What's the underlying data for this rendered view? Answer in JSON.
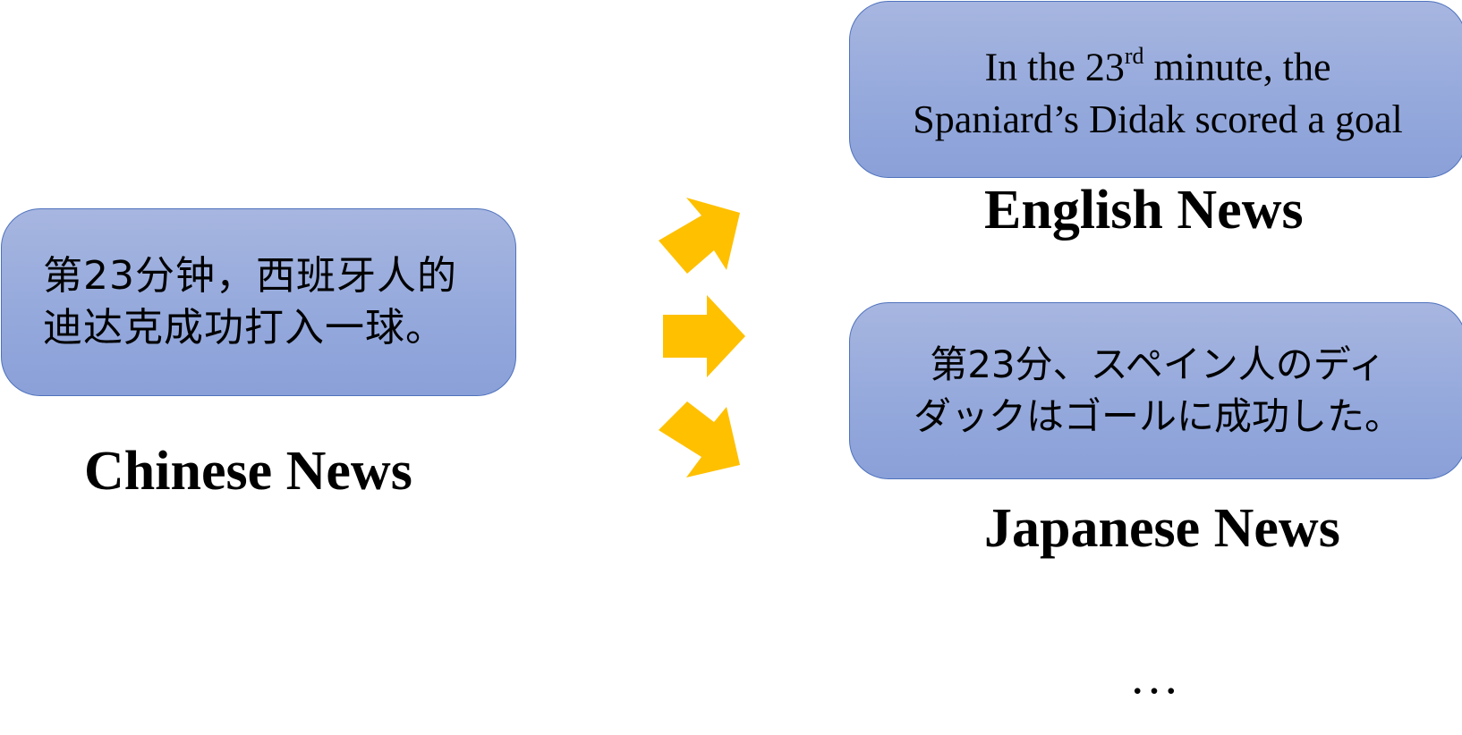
{
  "source": {
    "text_line1": "第23分钟，西班牙人的",
    "text_line2": "迪达克成功打入一球。",
    "caption": "Chinese News"
  },
  "targets": [
    {
      "text_line1_pre": "In the 23",
      "text_line1_sup": "rd",
      "text_line1_post": " minute, the",
      "text_line2": "Spaniard’s Didak scored a goal",
      "caption": "English News"
    },
    {
      "text_line1": "第23分、スペイン人のディ",
      "text_line2": "ダックはゴールに成功した。",
      "caption": "Japanese News"
    }
  ],
  "more": "…",
  "colors": {
    "box_fill": "#95a9dc",
    "box_border": "#4f72bd",
    "arrow": "#ffc000"
  },
  "icons": [
    "arrow-up-right-icon",
    "arrow-right-icon",
    "arrow-down-right-icon"
  ]
}
